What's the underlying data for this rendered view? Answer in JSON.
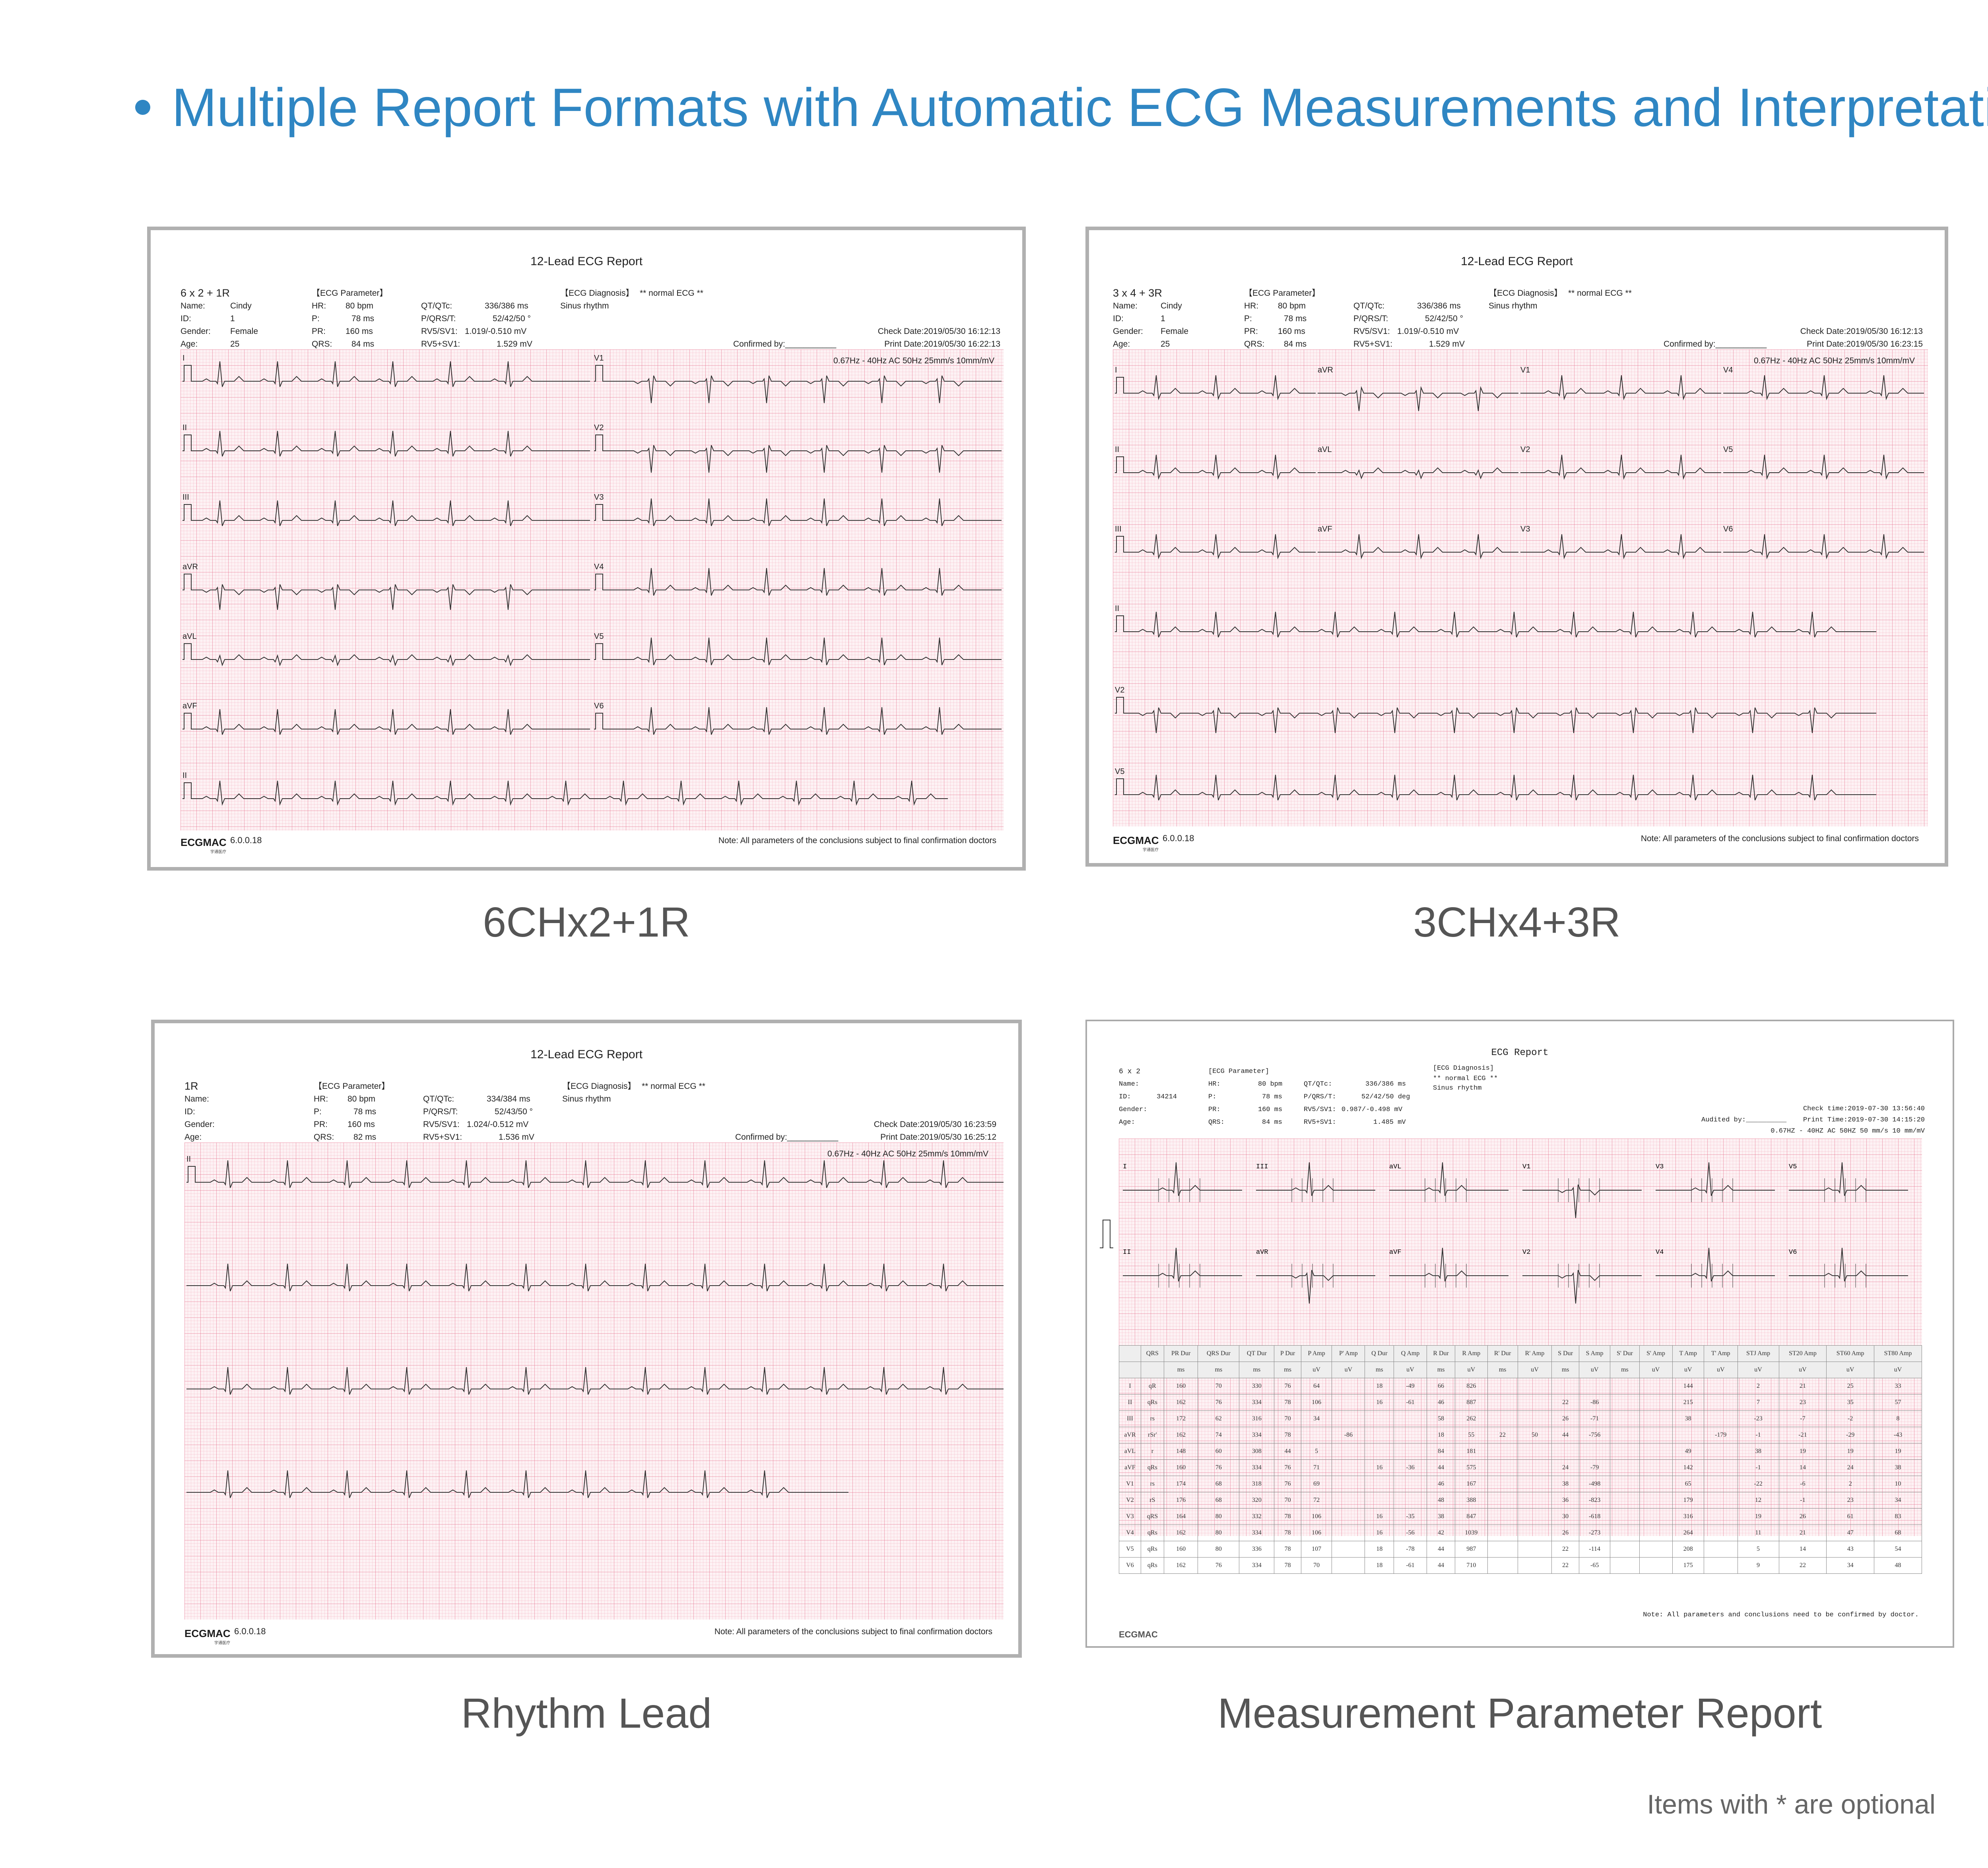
{
  "headline": "Multiple Report Formats with Automatic ECG Measurements and Interpretation",
  "optional_note": "Items with * are optional",
  "common": {
    "report_title": "12-Lead ECG Report",
    "param_header": "【ECG Parameter】",
    "diag_header": "【ECG Diagnosis】",
    "diag_normal": "** normal ECG **",
    "diag_rhythm": "Sinus rhythm",
    "filter": "0.67Hz - 40Hz AC 50Hz 25mm/s 10mm/mV",
    "note": "Note: All parameters of the conclusions subject to final confirmation doctors",
    "logo": "ECGMAC",
    "logo_sub": "宇通医疗",
    "version": "6.0.0.18",
    "confirmed": "Confirmed by:___________",
    "lbl": {
      "name": "Name:",
      "id": "ID:",
      "gender": "Gender:",
      "age": "Age:",
      "hr": "HR:",
      "p": "P:",
      "pr": "PR:",
      "qrs": "QRS:",
      "qt": "QT/QTc:",
      "pqrst": "P/QRS/T:",
      "rv5sv1": "RV5/SV1:",
      "rv5plus": "RV5+SV1:"
    }
  },
  "report1": {
    "caption": "6CHx2+1R",
    "format": "6 x 2 + 1R",
    "name": "Cindy",
    "id": "1",
    "gender": "Female",
    "age": "25",
    "hr": "80 bpm",
    "p": "78 ms",
    "pr": "160 ms",
    "qrs": "84 ms",
    "qt": "336/386 ms",
    "pqrst": "52/42/50 °",
    "rv5sv1": "1.019/-0.510 mV",
    "rv5plus": "1.529 mV",
    "check": "Check Date:2019/05/30 16:12:13",
    "print": "Print Date:2019/05/30 16:22:13",
    "leads_left": [
      "I",
      "II",
      "III",
      "aVR",
      "aVL",
      "aVF",
      "II"
    ],
    "leads_right": [
      "V1",
      "V2",
      "V3",
      "V4",
      "V5",
      "V6"
    ]
  },
  "report2": {
    "caption": "3CHx4+3R",
    "format": "3 x 4 + 3R",
    "name": "Cindy",
    "id": "1",
    "gender": "Female",
    "age": "25",
    "hr": "80 bpm",
    "p": "78 ms",
    "pr": "160 ms",
    "qrs": "84 ms",
    "qt": "336/386 ms",
    "pqrst": "52/42/50 °",
    "rv5sv1": "1.019/-0.510 mV",
    "rv5plus": "1.529 mV",
    "check": "Check Date:2019/05/30 16:12:13",
    "print": "Print Date:2019/05/30 16:23:15",
    "col1": [
      "I",
      "II",
      "III"
    ],
    "col2": [
      "aVR",
      "aVL",
      "aVF"
    ],
    "col3": [
      "V1",
      "V2",
      "V3"
    ],
    "col4": [
      "V4",
      "V5",
      "V6"
    ],
    "rhythm": [
      "II",
      "V2",
      "V5"
    ]
  },
  "report3": {
    "caption": "Rhythm Lead",
    "format": "1R",
    "hr": "80 bpm",
    "p": "78 ms",
    "pr": "160 ms",
    "qrs": "82 ms",
    "qt": "334/384 ms",
    "pqrst": "52/43/50 °",
    "rv5sv1": "1.024/-0.512 mV",
    "rv5plus": "1.536 mV",
    "check": "Check Date:2019/05/30 16:23:59",
    "print": "Print Date:2019/05/30 16:25:12",
    "lead": "II"
  },
  "report4": {
    "caption": "Measurement Parameter Report",
    "title": "ECG Report",
    "format": "6 x 2",
    "param_header": "[ECG Parameter]",
    "diag_header": "[ECG Diagnosis]",
    "diag_normal": "** normal ECG **",
    "diag_rhythm": "Sinus rhythm",
    "name": "",
    "id": "34214",
    "gender": "",
    "age": "",
    "hr": "80 bpm",
    "p": "78 ms",
    "pr": "160 ms",
    "qrs": "84 ms",
    "qt": "336/386 ms",
    "pqrst": "52/42/50 deg",
    "rv5sv1": "0.987/-0.498 mV",
    "rv5plus": "1.485 mV",
    "check": "Check time:2019-07-30 13:56:40",
    "audited": "Audited by:__________",
    "print": "Print Time:2019-07-30 14:15:20",
    "filter": "0.67HZ - 40HZ AC 50HZ 50 mm/s 10 mm/mV",
    "beat_top": [
      "I",
      "III",
      "aVL",
      "V1",
      "V3",
      "V5"
    ],
    "beat_bottom": [
      "II",
      "aVR",
      "aVF",
      "V2",
      "V4",
      "V6"
    ],
    "note": "Note: All parameters and conclusions need to be confirmed by doctor.",
    "table": {
      "header": [
        "",
        "QRS",
        "PR Dur",
        "QRS Dur",
        "QT Dur",
        "P Dur",
        "P Amp",
        "P' Amp",
        "Q Dur",
        "Q Amp",
        "R Dur",
        "R Amp",
        "R' Dur",
        "R' Amp",
        "S Dur",
        "S Amp",
        "S' Dur",
        "S' Amp",
        "T Amp",
        "T' Amp",
        "STJ Amp",
        "ST20 Amp",
        "ST60 Amp",
        "ST80 Amp"
      ],
      "units": [
        "",
        "",
        "ms",
        "ms",
        "ms",
        "ms",
        "uV",
        "uV",
        "ms",
        "uV",
        "ms",
        "uV",
        "ms",
        "uV",
        "ms",
        "uV",
        "ms",
        "uV",
        "uV",
        "uV",
        "uV",
        "uV",
        "uV",
        "uV"
      ],
      "rows": [
        [
          "I",
          "qR",
          "160",
          "70",
          "330",
          "76",
          "64",
          "",
          "18",
          "-49",
          "66",
          "826",
          "",
          "",
          "",
          "",
          "",
          "",
          "144",
          "",
          "2",
          "21",
          "25",
          "33"
        ],
        [
          "II",
          "qRs",
          "162",
          "76",
          "334",
          "78",
          "106",
          "",
          "16",
          "-61",
          "46",
          "887",
          "",
          "",
          "22",
          "-86",
          "",
          "",
          "215",
          "",
          "7",
          "23",
          "35",
          "57"
        ],
        [
          "III",
          "rs",
          "172",
          "62",
          "316",
          "70",
          "34",
          "",
          "",
          "",
          "58",
          "262",
          "",
          "",
          "26",
          "-71",
          "",
          "",
          "38",
          "",
          "-23",
          "-7",
          "-2",
          "8"
        ],
        [
          "aVR",
          "rSr'",
          "162",
          "74",
          "334",
          "78",
          "",
          "-86",
          "",
          "",
          "18",
          "55",
          "22",
          "50",
          "44",
          "-756",
          "",
          "",
          "",
          "-179",
          "-1",
          "-21",
          "-29",
          "-43"
        ],
        [
          "aVL",
          "r",
          "148",
          "60",
          "308",
          "44",
          "5",
          "",
          "",
          "",
          "84",
          "181",
          "",
          "",
          "",
          "",
          "",
          "",
          "49",
          "",
          "38",
          "19",
          "19",
          "19"
        ],
        [
          "aVF",
          "qRs",
          "160",
          "76",
          "334",
          "76",
          "71",
          "",
          "16",
          "-36",
          "44",
          "575",
          "",
          "",
          "24",
          "-79",
          "",
          "",
          "142",
          "",
          "-1",
          "14",
          "24",
          "38"
        ],
        [
          "V1",
          "rs",
          "174",
          "68",
          "318",
          "76",
          "69",
          "",
          "",
          "",
          "46",
          "167",
          "",
          "",
          "38",
          "-498",
          "",
          "",
          "65",
          "",
          "-22",
          "-6",
          "2",
          "10"
        ],
        [
          "V2",
          "rS",
          "176",
          "68",
          "320",
          "70",
          "72",
          "",
          "",
          "",
          "48",
          "388",
          "",
          "",
          "36",
          "-823",
          "",
          "",
          "179",
          "",
          "12",
          "-1",
          "23",
          "34"
        ],
        [
          "V3",
          "qRS",
          "164",
          "80",
          "332",
          "78",
          "106",
          "",
          "16",
          "-35",
          "38",
          "847",
          "",
          "",
          "30",
          "-618",
          "",
          "",
          "316",
          "",
          "19",
          "26",
          "61",
          "83"
        ],
        [
          "V4",
          "qRs",
          "162",
          "80",
          "334",
          "78",
          "106",
          "",
          "16",
          "-56",
          "42",
          "1039",
          "",
          "",
          "26",
          "-273",
          "",
          "",
          "264",
          "",
          "11",
          "21",
          "47",
          "68"
        ],
        [
          "V5",
          "qRs",
          "160",
          "80",
          "336",
          "78",
          "107",
          "",
          "18",
          "-78",
          "44",
          "987",
          "",
          "",
          "22",
          "-114",
          "",
          "",
          "208",
          "",
          "5",
          "14",
          "43",
          "54"
        ],
        [
          "V6",
          "qRs",
          "162",
          "76",
          "334",
          "78",
          "70",
          "",
          "18",
          "-61",
          "44",
          "710",
          "",
          "",
          "22",
          "-65",
          "",
          "",
          "175",
          "",
          "9",
          "22",
          "34",
          "48"
        ]
      ]
    }
  }
}
